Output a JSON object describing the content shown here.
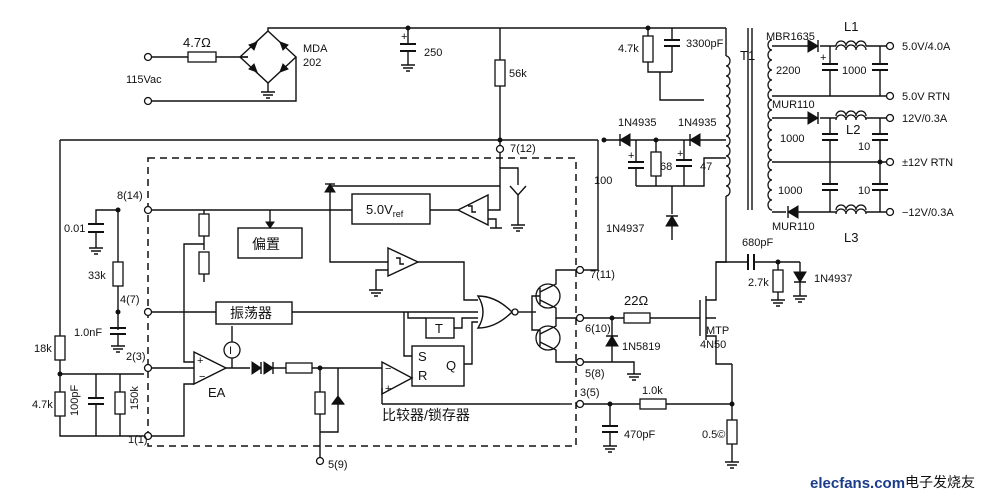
{
  "input": {
    "r_in": "4.7Ω",
    "ac": "115Vac",
    "bridge": "MDA",
    "bridge_part": "202",
    "c_bulk": "250"
  },
  "startup": {
    "r_start": "56k",
    "pin_vcc": "7(12)"
  },
  "snubber": {
    "r": "4.7k",
    "c": "3300pF",
    "xfmr": "T1"
  },
  "aux": {
    "d1": "1N4935",
    "d2": "1N4935",
    "r": "68",
    "c1": "100",
    "c2": "47",
    "d3": "1N4937"
  },
  "out1": {
    "diode": "MBR1635",
    "c1": "2200",
    "l": "L1",
    "c2": "1000",
    "v": "5.0V/4.0A",
    "rtn": "5.0V RTN"
  },
  "out2": {
    "diode": "MUR110",
    "c1": "1000",
    "l": "L2",
    "c2": "10",
    "v": "12V/0.3A",
    "rtn": "±12V RTN"
  },
  "out3": {
    "diode": "MUR110",
    "c1": "1000",
    "l": "L3",
    "c2": "10",
    "v": "−12V/0.3A"
  },
  "ic": {
    "pin_vref": "8(14)",
    "c_vref": "0.01",
    "vref": "5.0V",
    "vref_sub": "ref",
    "bias": "偏置",
    "r_rt": "33k",
    "pin_osc": "4(7)",
    "c_ct": "1.0nF",
    "osc": "振荡器",
    "r_18k": "18k",
    "pin_fb": "2(3)",
    "r_47k": "4.7k",
    "c_comp": "100pF",
    "r_150k": "150k",
    "ea": "EA",
    "pin_comp": "1(1)",
    "latch_t": "T",
    "latch_s": "S",
    "latch_r": "R",
    "latch_q": "Q",
    "comparator": "比较器/锁存器",
    "pin_gnd": "5(9)",
    "pin_out": "7(11)",
    "pin_out2": "6(10)",
    "pin_pgnd": "5(8)",
    "pin_cs": "3(5)",
    "current_source": "I"
  },
  "drive": {
    "r_gate": "22Ω",
    "d_clamp": "1N5819",
    "r_cs": "1.0k",
    "c_cs": "470pF",
    "r_sense": "0.5©",
    "mosfet": "MTP",
    "mosfet_part": "4N50",
    "c_snub": "680pF",
    "r_snub": "2.7k",
    "d_snub": "1N4937"
  },
  "watermark": {
    "site": "elecfans.com",
    "cn": "电子发烧友"
  }
}
